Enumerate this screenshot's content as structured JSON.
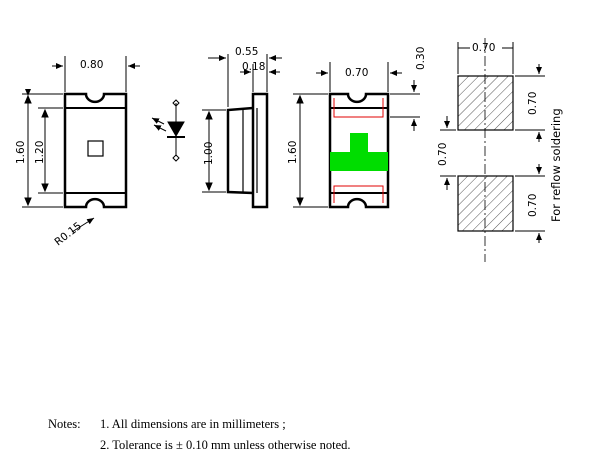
{
  "body": {
    "width": "0.80",
    "height": "1.60",
    "inner_height": "1.20",
    "radius": "R0.15"
  },
  "side": {
    "total_depth": "0.55",
    "pad_depth": "0.18",
    "lens_height": "1.00"
  },
  "bottom": {
    "width": "0.70",
    "height": "1.60",
    "pad_top": "0.30"
  },
  "footprint": {
    "width": "0.70",
    "pad_height_top": "0.70",
    "gap": "0.70",
    "pad_height_bottom": "0.70",
    "caption": "For reflow soldering"
  },
  "colors": {
    "line": "#000000",
    "pad_outline": "#e00000",
    "polarity": "#00dd00",
    "hatch": "#555555"
  },
  "notes": {
    "label": "Notes:",
    "line1": "1. All dimensions are in millimeters ;",
    "line2": "2. Tolerance is ± 0.10 mm unless otherwise noted."
  }
}
